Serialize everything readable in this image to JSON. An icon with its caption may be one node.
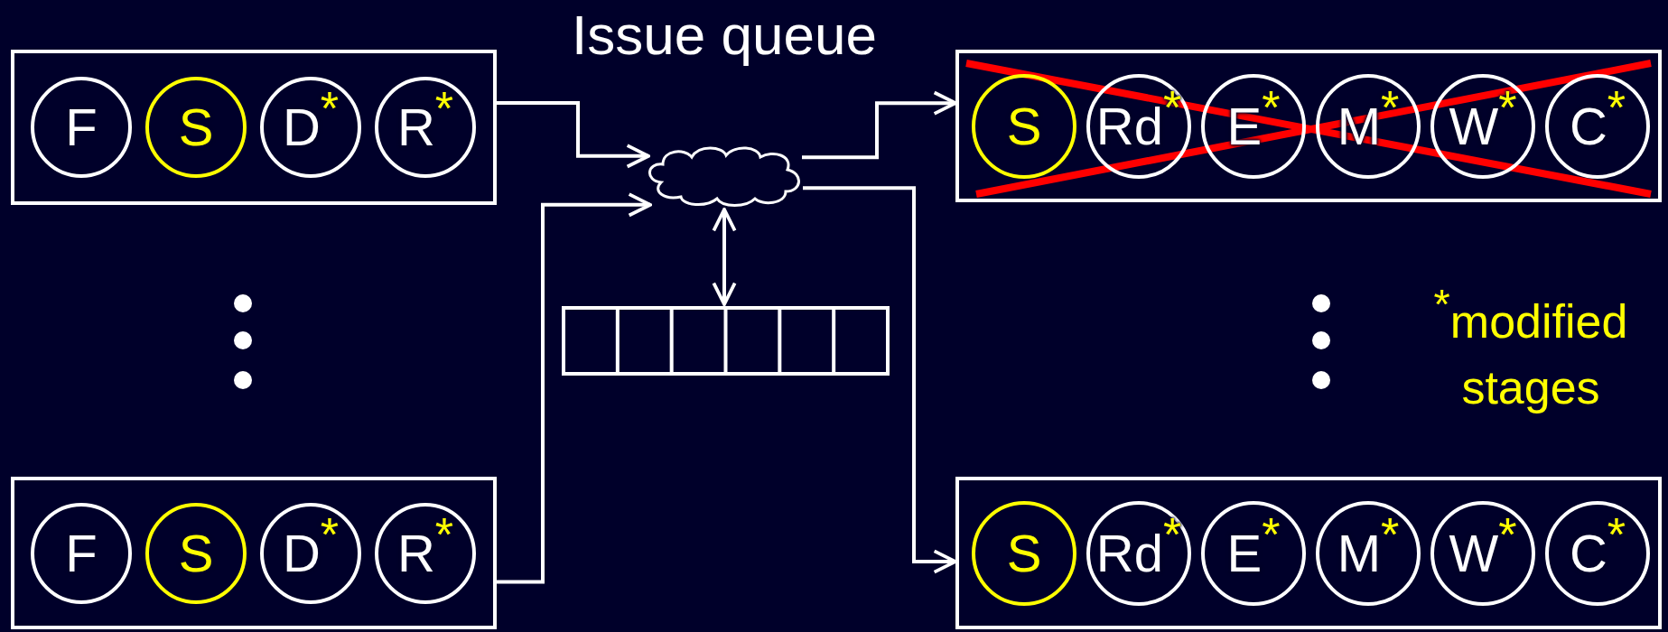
{
  "diagram": {
    "nodes": [
      {
        "text": [],
        "shape": "box"
      },
      {
        "text": [
          "F"
        ],
        "in": 0
      },
      {
        "text": [
          "S"
        ],
        "in": 0
      },
      {
        "text": [
          "D$^{*}$"
        ],
        "in": 0
      },
      {
        "text": [
          "R$^{*}$"
        ],
        "in": 0
      },
      {
        "text": [],
        "shape": "box"
      },
      {
        "text": [
          "F"
        ],
        "in": 5
      },
      {
        "text": [
          "S"
        ],
        "in": 5
      },
      {
        "text": [
          "D$^{*}$"
        ],
        "in": 5
      },
      {
        "text": [
          "R$^{*}$"
        ],
        "in": 5
      },
      {
        "text": [],
        "shape": "cloud",
        "beside": [
          "Issue queue"
        ]
      },
      {
        "text": [],
        "shape": "bar"
      },
      {
        "text": [],
        "shape": "box"
      },
      {
        "text": [
          "S"
        ],
        "in": 12
      },
      {
        "text": [
          "Rd$^{*}$"
        ],
        "in": 12
      },
      {
        "text": [
          "E$^{*}$"
        ],
        "in": 12
      },
      {
        "text": [
          "M$^{*}$"
        ],
        "in": 12
      },
      {
        "text": [
          "W$^{*}$"
        ],
        "in": 12
      },
      {
        "text": [
          "C$^{*}$"
        ],
        "in": 12
      },
      {
        "text": [],
        "shape": "box"
      },
      {
        "text": [
          "S"
        ],
        "in": 19
      },
      {
        "text": [
          "Rd$^{*}$"
        ],
        "in": 19
      },
      {
        "text": [
          "E$^{*}$"
        ],
        "in": 19
      },
      {
        "text": [
          "M$^{*}$"
        ],
        "in": 19
      },
      {
        "text": [
          "W$^{*}$"
        ],
        "in": 19
      },
      {
        "text": [
          "C$^{*}$"
        ],
        "in": 19
      }
    ],
    "edges": [
      {
        "from": 0,
        "to": 10,
        "arrow": "to"
      },
      {
        "from": 5,
        "to": 10,
        "arrow": "to"
      },
      {
        "from": 10,
        "to": 12,
        "arrow": "to"
      },
      {
        "from": 10,
        "to": 19,
        "arrow": "to"
      },
      {
        "from": 10,
        "to": 11,
        "arrow": "both"
      }
    ],
    "labels": [
      "$^{*}$modified stages"
    ]
  }
}
